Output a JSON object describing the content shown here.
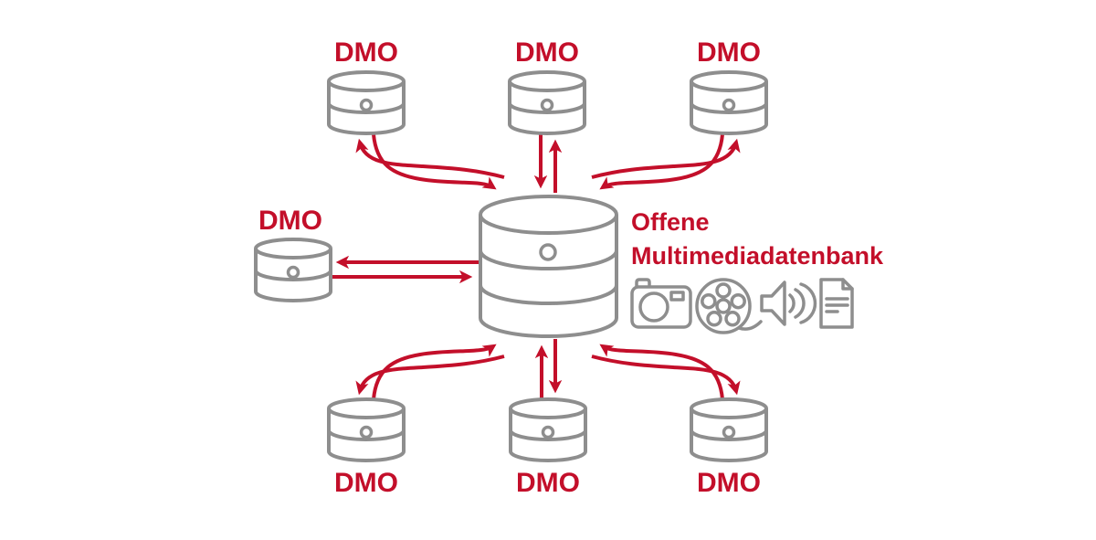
{
  "colors": {
    "red": "#c30f2a",
    "gray": "#8e8e8e",
    "background": "#ffffff"
  },
  "nodes": {
    "center": {
      "title_line1": "Offene",
      "title_line2": "Multimediadatenbank",
      "shape": "database-cylinder",
      "media_icons": [
        "camera-icon",
        "film-reel-icon",
        "speaker-icon",
        "document-icon"
      ]
    },
    "dmo": [
      {
        "label": "DMO",
        "position": "top-left"
      },
      {
        "label": "DMO",
        "position": "top-center"
      },
      {
        "label": "DMO",
        "position": "top-right"
      },
      {
        "label": "DMO",
        "position": "middle-left"
      },
      {
        "label": "DMO",
        "position": "bottom-left"
      },
      {
        "label": "DMO",
        "position": "bottom-center"
      },
      {
        "label": "DMO",
        "position": "bottom-right"
      }
    ]
  },
  "connections": [
    {
      "between": [
        "dmo-top-left",
        "center"
      ],
      "direction": "bidirectional",
      "style": "curved"
    },
    {
      "between": [
        "dmo-top-center",
        "center"
      ],
      "direction": "bidirectional",
      "style": "straight"
    },
    {
      "between": [
        "dmo-top-right",
        "center"
      ],
      "direction": "bidirectional",
      "style": "curved"
    },
    {
      "between": [
        "dmo-middle-left",
        "center"
      ],
      "direction": "bidirectional",
      "style": "straight"
    },
    {
      "between": [
        "dmo-bottom-left",
        "center"
      ],
      "direction": "bidirectional",
      "style": "curved"
    },
    {
      "between": [
        "dmo-bottom-center",
        "center"
      ],
      "direction": "bidirectional",
      "style": "straight"
    },
    {
      "between": [
        "dmo-bottom-right",
        "center"
      ],
      "direction": "bidirectional",
      "style": "curved"
    }
  ]
}
